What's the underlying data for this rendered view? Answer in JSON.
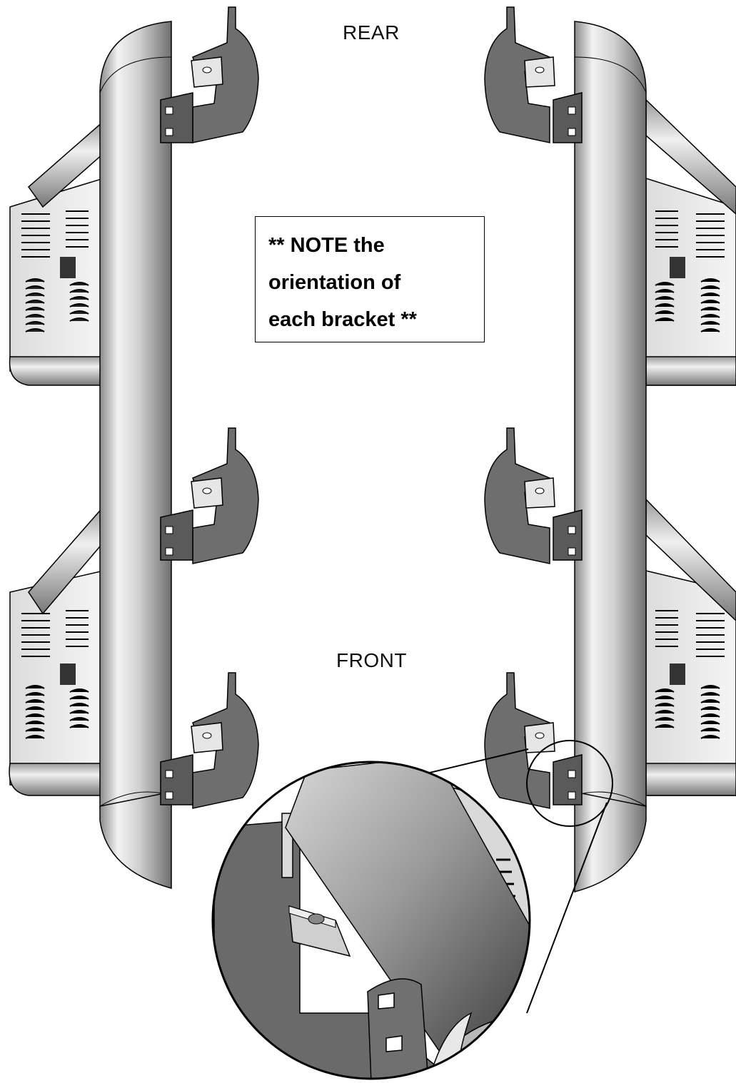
{
  "labels": {
    "rear": "REAR",
    "front": "FRONT"
  },
  "note": {
    "line1": "** NOTE the",
    "line2": "orientation of",
    "line3": "each bracket **"
  },
  "colors": {
    "tube_light": "#f4f4f4",
    "tube_mid": "#c9c9c9",
    "tube_dark": "#7a7a7a",
    "bracket": "#6e6e6e",
    "bracket_dark": "#4a4a4a",
    "outline": "#000000"
  }
}
